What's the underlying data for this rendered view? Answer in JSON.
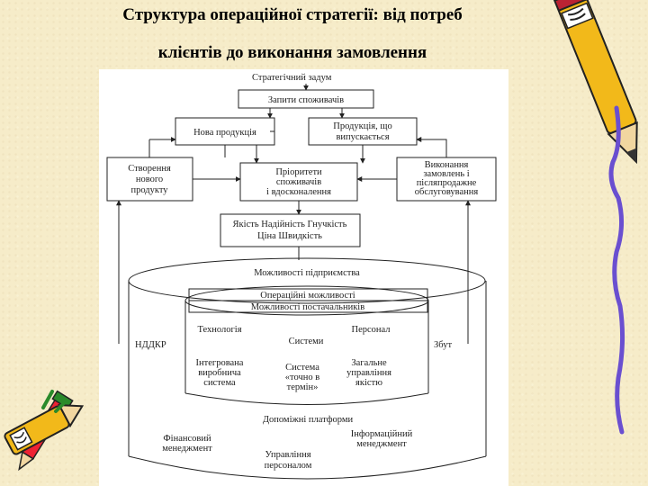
{
  "slide": {
    "title_line1": "Структура операційної стратегії: від потреб",
    "title_line2": "клієнтів до виконання замовлення"
  },
  "diagram": {
    "top_label": "Стратегічний задум",
    "needs": "Запити споживачів",
    "new_product": "Нова продукція",
    "existing_product": [
      "Продукція, що",
      "випускається"
    ],
    "create_new": [
      "Створення",
      "нового",
      "продукту"
    ],
    "priorities": [
      "Пріоритети",
      "споживачів",
      "і вдосконалення"
    ],
    "order_fulfillment": [
      "Виконання",
      "замовлень і",
      "післяпродажне",
      "обслуговування"
    ],
    "quality": [
      "Якість Надійність Гнучкість",
      "Ціна Швидкість"
    ],
    "capabilities": "Можливості підприємства",
    "operational": "Операційні можливості",
    "suppliers": "Можливості постачальників",
    "rnd": "НДДКР",
    "sales": "Збут",
    "technology": "Технологія",
    "systems": "Системи",
    "personnel": "Персонал",
    "integrated": [
      "Інтегрована",
      "виробнича",
      "система"
    ],
    "jit": [
      "Система",
      "«точно в",
      "термін»"
    ],
    "tqm": [
      "Загальне",
      "управління",
      "якістю"
    ],
    "support": "Допоміжні платформи",
    "finance": [
      "Фінансовий",
      "менеджмент"
    ],
    "info": [
      "Інформаційний",
      "менеджмент"
    ],
    "hr": [
      "Управління",
      "персоналом"
    ]
  }
}
